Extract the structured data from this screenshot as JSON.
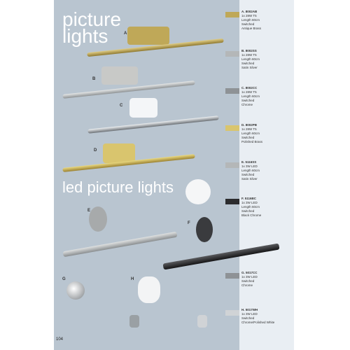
{
  "headings": {
    "title_line1": "picture",
    "title_line2": "lights",
    "led_title": "led picture lights"
  },
  "page_number": "104",
  "fixture_labels": [
    "A",
    "B",
    "C",
    "D",
    "E",
    "F",
    "G",
    "H"
  ],
  "specs": [
    {
      "code": "A. 8002AB",
      "line1": "1x 28W T5",
      "line2": "Length 60cm",
      "line3": "Switched",
      "finish": "Antique Brass"
    },
    {
      "code": "B. 8002SS",
      "line1": "1x 28W T5",
      "line2": "Length 60cm",
      "line3": "Switched",
      "finish": "Satin Silver"
    },
    {
      "code": "C. 8002CC",
      "line1": "1x 28W T5",
      "line2": "Length 60cm",
      "line3": "Switched",
      "finish": "Chrome"
    },
    {
      "code": "D. 8002PB",
      "line1": "1x 28W T5",
      "line2": "Length 60cm",
      "line3": "Switched",
      "finish": "Polished Brass"
    },
    {
      "code": "E. 5116SS",
      "line1": "1x 3W LED",
      "line2": "Length 60cm",
      "line3": "Switched",
      "finish": "Satin Silver"
    },
    {
      "code": "F. 5116BC",
      "line1": "1x 3W LED",
      "line2": "Length 60cm",
      "line3": "Switched",
      "finish": "Black Chrome"
    },
    {
      "code": "G. 5017CC",
      "line1": "1x 3W LED",
      "line2": "Switched",
      "line3": "",
      "finish": "Chrome"
    },
    {
      "code": "H. 5017WH",
      "line1": "1x 3W LED",
      "line2": "Switched",
      "line3": "",
      "finish": "Chrome/Polished White"
    }
  ],
  "colors": {
    "panel": "#b9c5d0",
    "page": "#e9eef3",
    "brass": "#bfa858",
    "silver": "#b4b7b8",
    "chrome": "#8e9296",
    "dark": "#2c2c2e"
  }
}
